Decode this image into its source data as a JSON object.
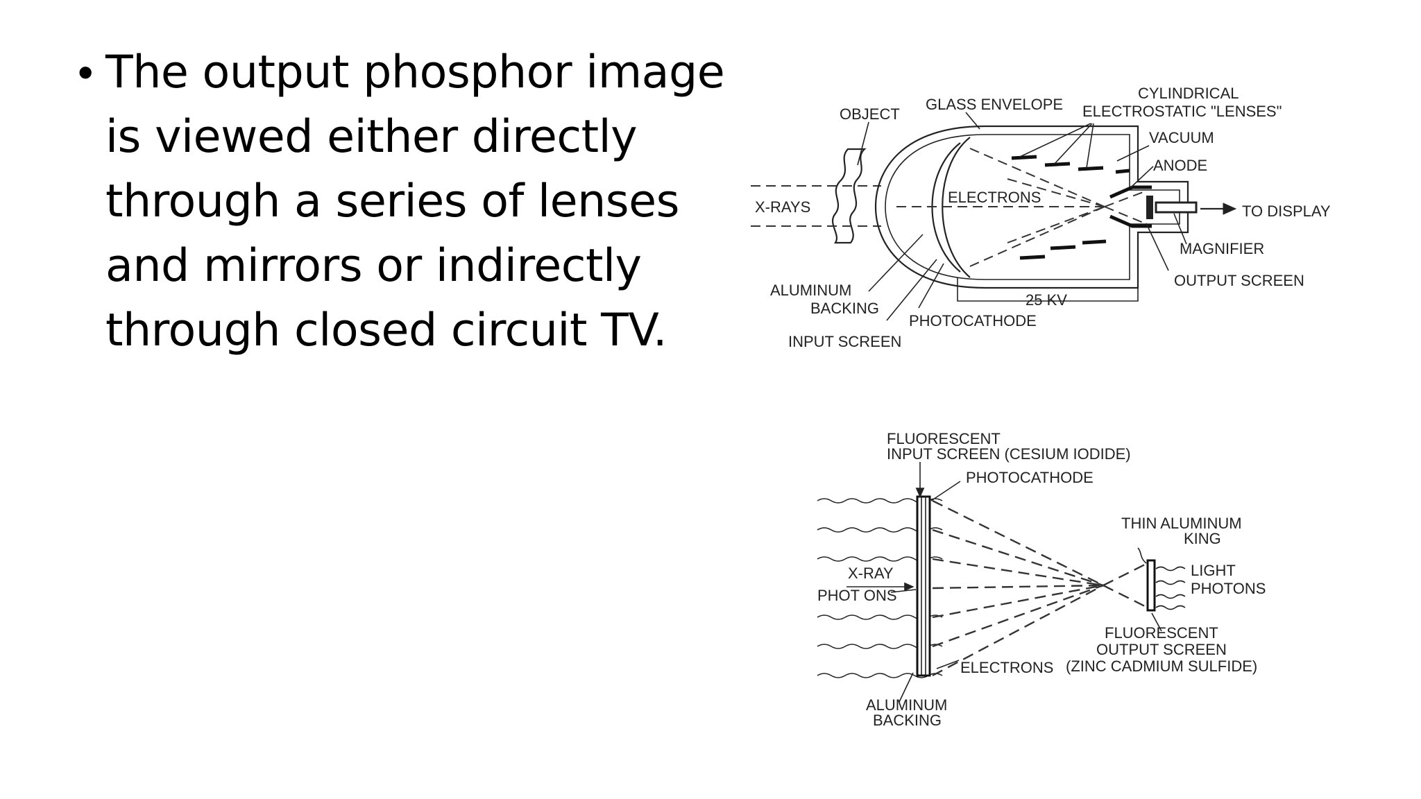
{
  "bullet": {
    "text": "The output phosphor image\nis viewed either directly\nthrough a series of lenses\nand mirrors or indirectly\nthrough closed circuit TV."
  },
  "diagram_top": {
    "labels": {
      "object": "OBJECT",
      "glass_envelope": "GLASS ENVELOPE",
      "cylindrical_1": "CYLINDRICAL",
      "cylindrical_2": "ELECTROSTATIC \"LENSES\"",
      "vacuum": "VACUUM",
      "anode": "ANODE",
      "xrays": "X-RAYS",
      "electrons": "ELECTRONS",
      "to_display": "TO DISPLAY",
      "magnifier": "MAGNIFIER",
      "output_screen": "OUTPUT SCREEN",
      "aluminum_1": "ALUMINUM",
      "aluminum_2": "BACKING",
      "kv": "25 KV",
      "photocathode": "PHOTOCATHODE",
      "input_screen": "INPUT SCREEN"
    }
  },
  "diagram_bottom": {
    "labels": {
      "fluorescent_1": "FLUORESCENT",
      "fluorescent_2": "INPUT SCREEN (CESIUM IODIDE)",
      "photocathode": "PHOTOCATHODE",
      "thin_al_1": "THIN ALUMINUM",
      "thin_al_2": "KING",
      "xray_1": "X-RAY",
      "xray_2": "PHOT ONS",
      "light_1": "LIGHT",
      "light_2": "PHOTONS",
      "fl_out_1": "FLUORESCENT",
      "fl_out_2": "OUTPUT SCREEN",
      "electrons": "ELECTRONS",
      "fl_out_3": "(ZINC CADMIUM SULFIDE)",
      "aluminum_1": "ALUMINUM",
      "aluminum_2": "BACKING"
    }
  }
}
